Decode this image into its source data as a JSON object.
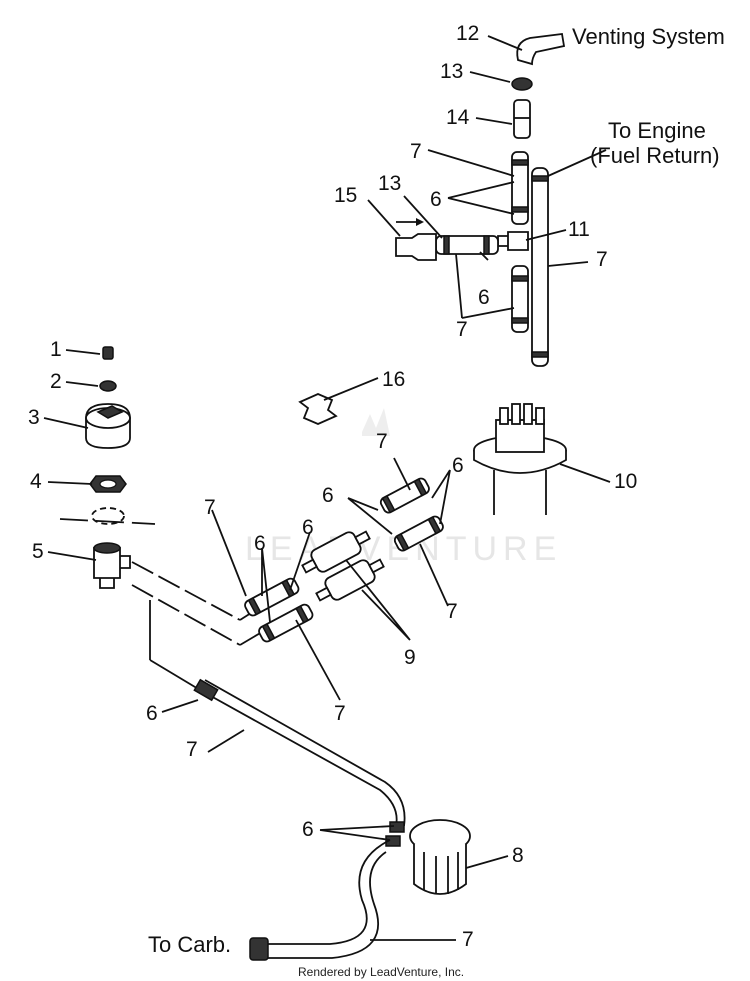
{
  "watermark": "LEADVENTURE",
  "footer": "Rendered by LeadVenture, Inc.",
  "annotations": {
    "venting_system": "Venting System",
    "to_engine_line1": "To Engine",
    "to_engine_line2": "(Fuel Return)",
    "to_carb": "To Carb."
  },
  "callouts": {
    "c1": "1",
    "c2": "2",
    "c3": "3",
    "c4": "4",
    "c5": "5",
    "c6a": "6",
    "c6b": "6",
    "c6c": "6",
    "c6d": "6",
    "c6e": "6",
    "c6f": "6",
    "c6g": "6",
    "c6h": "6",
    "c7a": "7",
    "c7b": "7",
    "c7c": "7",
    "c7d": "7",
    "c7e": "7",
    "c7f": "7",
    "c7g": "7",
    "c7h": "7",
    "c7i": "7",
    "c8": "8",
    "c9": "9",
    "c10": "10",
    "c11": "11",
    "c12": "12",
    "c13a": "13",
    "c13b": "13",
    "c14": "14",
    "c15": "15",
    "c16": "16"
  }
}
